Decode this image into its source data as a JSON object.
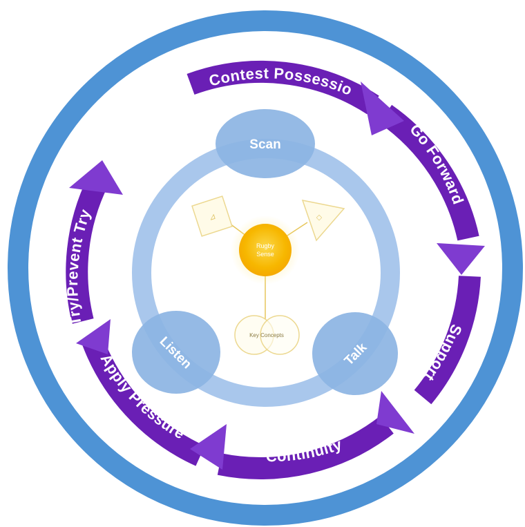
{
  "cycle_labels": {
    "contest_possession": "Contest Possession",
    "go_forward": "Go Forward",
    "support": "Support",
    "continuity": "Continuity",
    "apply_pressure": "Apply Pressure",
    "try_prevent_try": "Try/Prevent Try"
  },
  "nodes": {
    "scan": "Scan",
    "listen": "Listen",
    "talk": "Talk"
  },
  "center": {
    "line1": "Rugby",
    "line2": "Sense",
    "shared_label": "Key Concepts"
  },
  "colors": {
    "outer_ring": "#4e93d5",
    "arrow_purple": "#6a1fb5",
    "inner_ring": "#a9c7ec",
    "node_blue": "#8cb4e3",
    "center_gold": "#f7b700"
  }
}
